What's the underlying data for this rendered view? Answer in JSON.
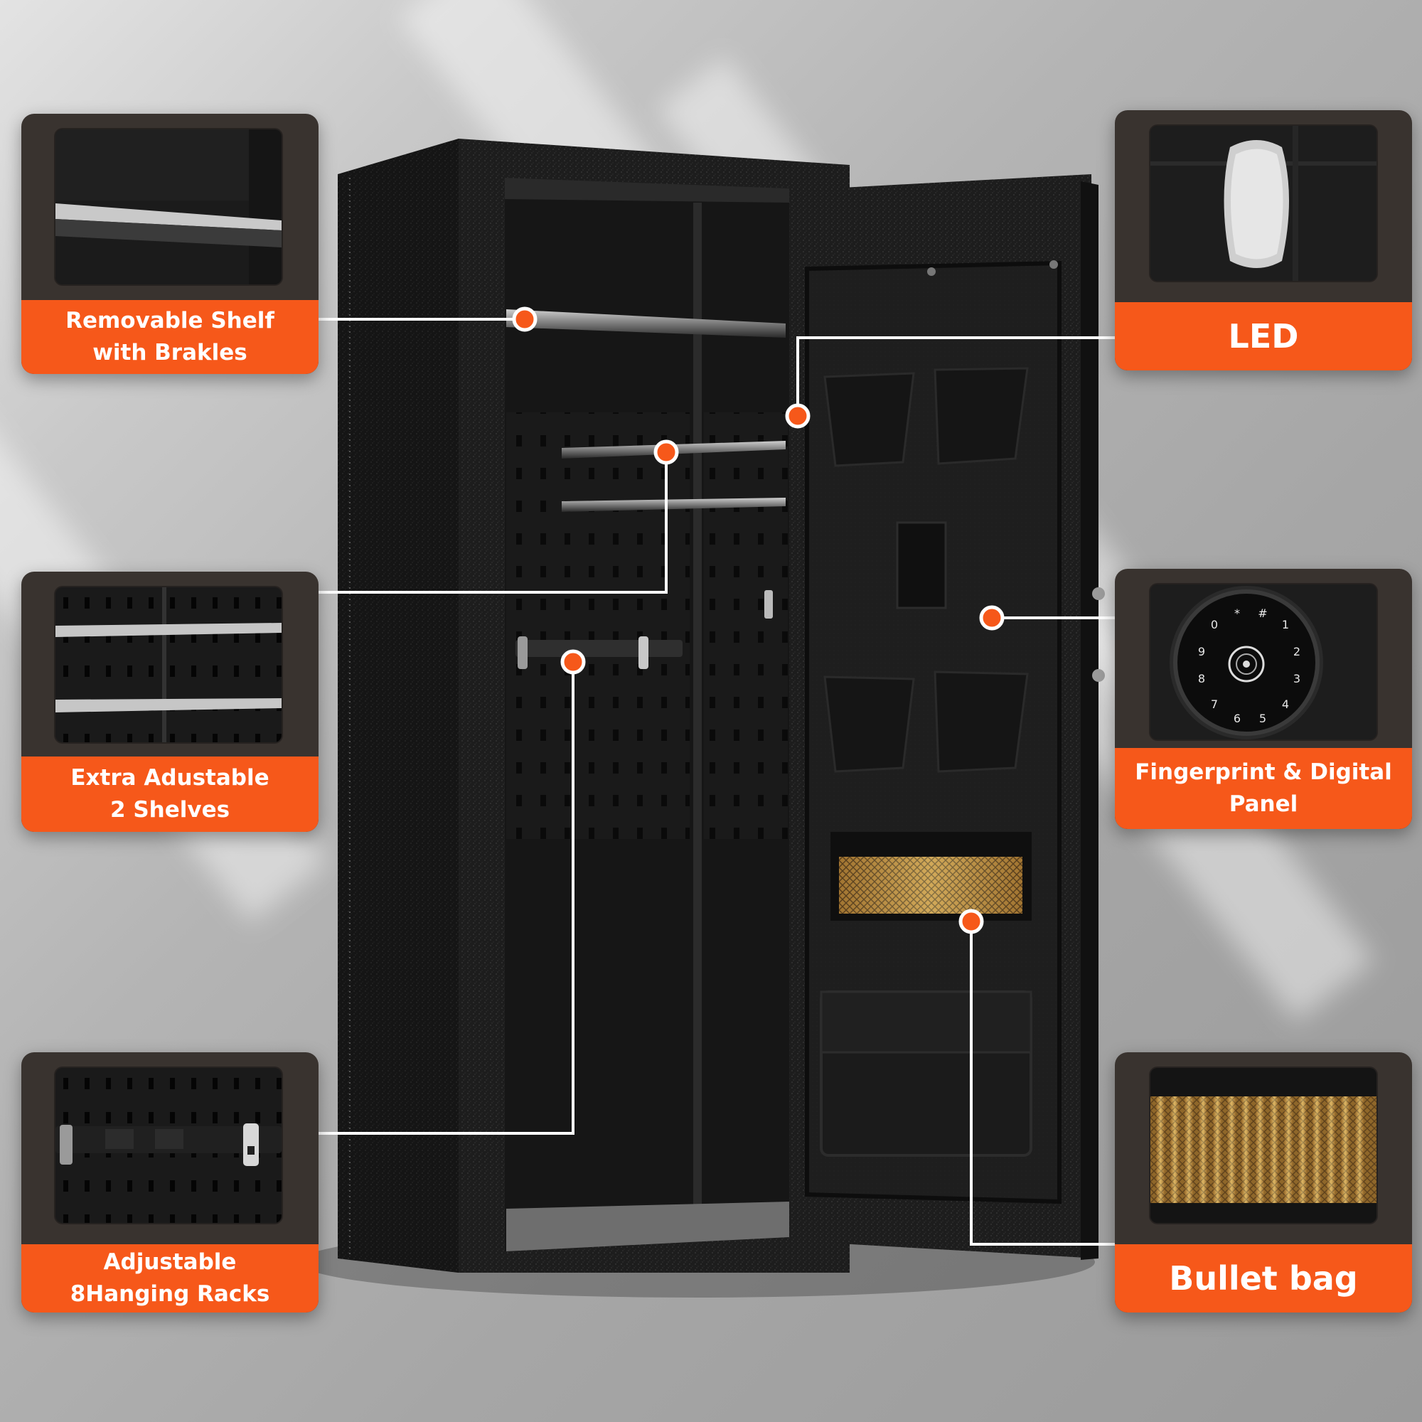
{
  "callouts": {
    "removable_shelf": {
      "line1": "Removable Shelf",
      "line2": "with Brakles"
    },
    "extra_shelves": {
      "line1": "Extra Adustable",
      "line2": "2 Shelves"
    },
    "hanging_racks": {
      "line1": "Adjustable",
      "line2": "8Hanging Racks"
    },
    "led": {
      "line1": "LED"
    },
    "fingerprint_panel": {
      "line1": "Fingerprint & Digital",
      "line2": "Panel"
    },
    "bullet_bag": {
      "line1": "Bullet bag"
    }
  },
  "keypad": {
    "keys": [
      "1",
      "2",
      "3",
      "4",
      "5",
      "6",
      "7",
      "8",
      "9",
      "0",
      "*",
      "#"
    ]
  },
  "colors": {
    "accent": "#f6581a",
    "card_bg": "#39332f",
    "safe_body": "#1c1c1c",
    "connector": "#ffffff"
  },
  "icons": {
    "led_light": "led-light-icon",
    "fingerprint": "fingerprint-icon"
  }
}
